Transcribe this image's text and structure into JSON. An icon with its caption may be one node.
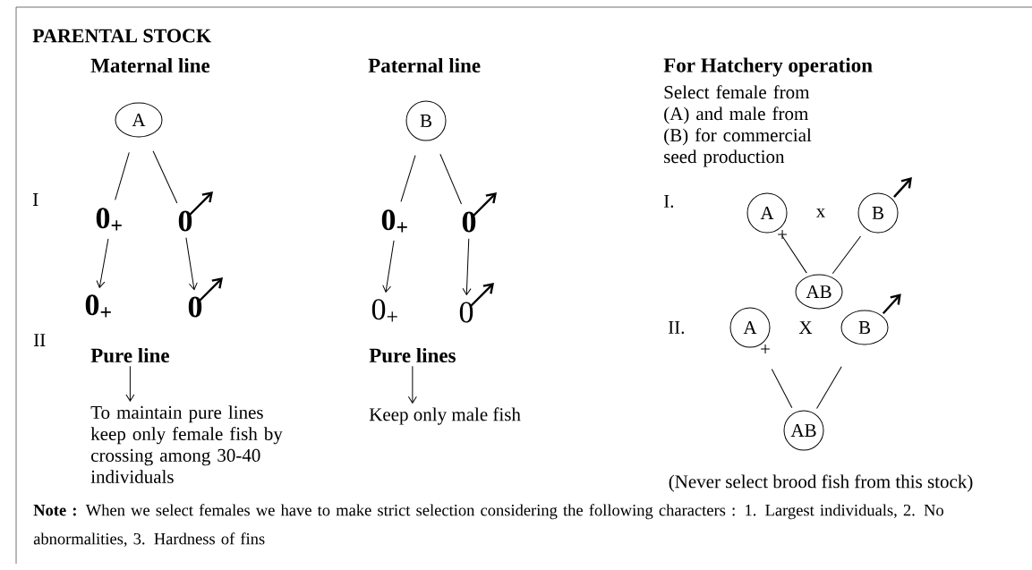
{
  "diagram": {
    "title": "PARENTAL STOCK",
    "nodes": [
      {
        "text": [
          "A"
        ]
      },
      {
        "text": [
          "0$_{+}$"
        ]
      },
      {
        "text": [
          "0"
        ]
      },
      {
        "text": [
          "0$_{+}$"
        ]
      },
      {
        "text": [
          "0"
        ]
      },
      {
        "text": [
          "Pure line"
        ]
      },
      {
        "text": [
          "To maintain pure lines keep only female fish by crossing among 30-40 individuals"
        ]
      },
      {
        "text": [
          "B"
        ]
      },
      {
        "text": [
          "0$_{+}$"
        ]
      },
      {
        "text": [
          "0"
        ]
      },
      {
        "text": [
          "0$_{+}$"
        ]
      },
      {
        "text": [
          "0"
        ]
      },
      {
        "text": [
          "Pure lines"
        ]
      },
      {
        "text": [
          "Keep only male fish"
        ]
      },
      {
        "text": [
          "A"
        ],
        "beside": [
          "+"
        ]
      },
      {
        "text": [
          "B"
        ]
      },
      {
        "text": [
          "AB"
        ]
      },
      {
        "text": [
          "A"
        ],
        "beside": [
          "+"
        ]
      },
      {
        "text": [
          "B"
        ]
      },
      {
        "text": [
          "AB"
        ]
      }
    ],
    "edges": [
      {
        "from": 0,
        "to": 1,
        "arrow": "none"
      },
      {
        "from": 0,
        "to": 2,
        "arrow": "none"
      },
      {
        "from": 1,
        "to": 3,
        "arrow": "to"
      },
      {
        "from": 2,
        "to": 4,
        "arrow": "to"
      },
      {
        "from": 5,
        "to": 6,
        "arrow": "to"
      },
      {
        "from": 7,
        "to": 8,
        "arrow": "none"
      },
      {
        "from": 7,
        "to": 9,
        "arrow": "none"
      },
      {
        "from": 8,
        "to": 10,
        "arrow": "to"
      },
      {
        "from": 9,
        "to": 11,
        "arrow": "to"
      },
      {
        "from": 12,
        "to": 13,
        "arrow": "to"
      },
      {
        "from": 14,
        "to": 16,
        "arrow": "none"
      },
      {
        "from": 15,
        "to": 16,
        "arrow": "none"
      },
      {
        "from": 17,
        "to": 19,
        "arrow": "none"
      },
      {
        "from": 18,
        "to": 19,
        "arrow": "none"
      }
    ],
    "labels": [
      "Maternal line",
      "Paternal line",
      "For Hatchery operation",
      "Select female from (A) and male from (B) for commercial seed production",
      "I",
      "I.",
      "x",
      "II",
      "II.",
      "X",
      "(Never select brood  fish from this stock)",
      "**Note :** When we select females we have to make strict selection considering the following characters : 1. Largest individuals, 2. No abnormalities, 3. Hardness of fins"
    ]
  }
}
